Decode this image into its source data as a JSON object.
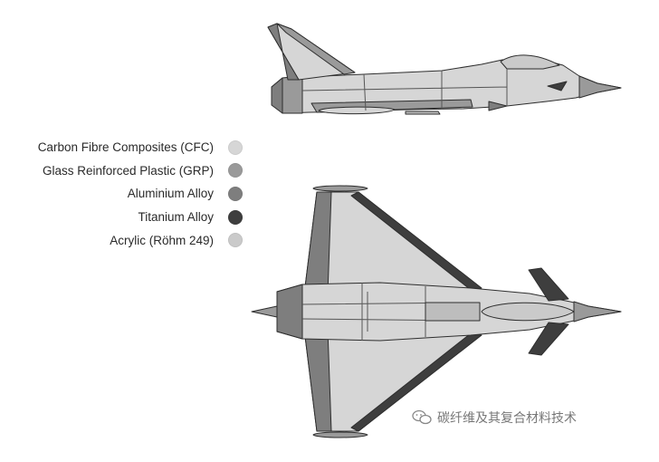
{
  "legend": [
    {
      "label": "Carbon Fibre Composites (CFC)",
      "color": "#d6d6d6"
    },
    {
      "label": "Glass Reinforced Plastic (GRP)",
      "color": "#9a9a9a"
    },
    {
      "label": "Aluminium Alloy",
      "color": "#7e7e7e"
    },
    {
      "label": "Titanium Alloy",
      "color": "#3e3e3e"
    },
    {
      "label": "Acrylic (Röhm 249)",
      "color": "#cacaca"
    }
  ],
  "watermark": {
    "text": "碳纤维及其复合材料技术",
    "icon": "chat-bubble-icon"
  }
}
